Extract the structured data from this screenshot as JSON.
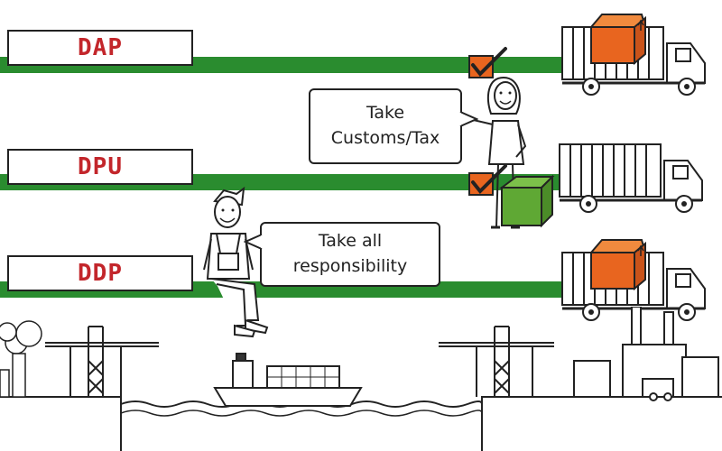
{
  "terms": [
    {
      "label": "DAP"
    },
    {
      "label": "DPU"
    },
    {
      "label": "DDP"
    }
  ],
  "bubbles": {
    "woman": {
      "line1": "Take",
      "line2": "Customs/Tax"
    },
    "man": {
      "line1": "Take all",
      "line2": "responsibility"
    }
  },
  "colors": {
    "bar_green": "#2a8c2f",
    "label_red": "#c3262b",
    "box_orange": "#e8651f",
    "box_green": "#5fa834",
    "checkbox_orange": "#e8651f"
  }
}
